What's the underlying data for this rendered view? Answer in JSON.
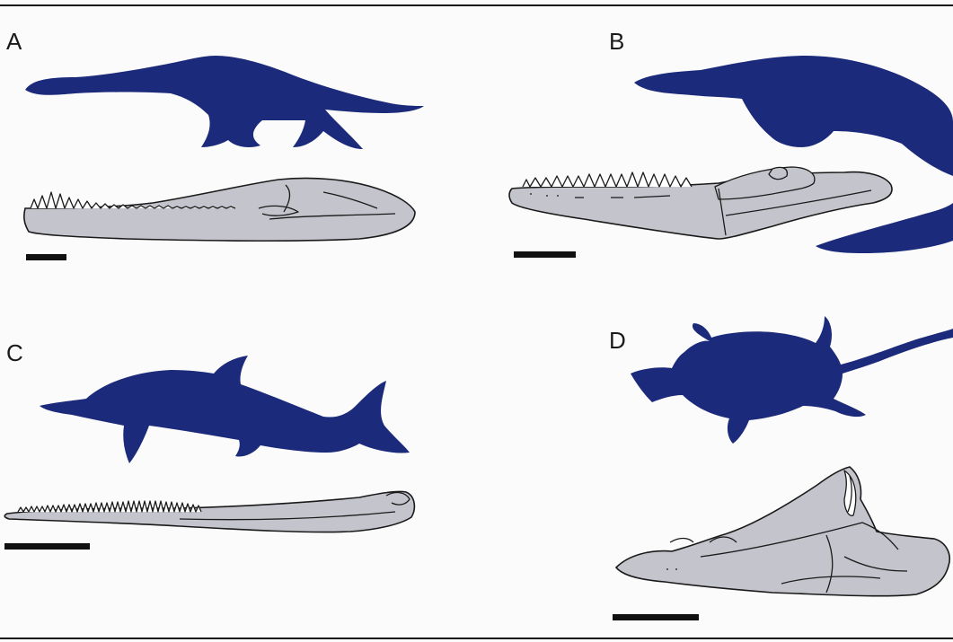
{
  "panels": [
    {
      "label": "A"
    },
    {
      "label": "B"
    },
    {
      "label": "C"
    },
    {
      "label": "D"
    }
  ],
  "colors": {
    "silhouette": "#1b2a7a",
    "bone": "#c4c4cc",
    "outline": "#1a1a1a",
    "frame": "#111111",
    "background": "#fbfbfb"
  },
  "icons": {
    "a": {
      "animal": "plesiosaur-silhouette-icon",
      "jaw": "plesiosaur-jaw-icon"
    },
    "b": {
      "animal": "mosasaur-silhouette-icon",
      "jaw": "mosasaur-jaw-icon"
    },
    "c": {
      "animal": "ichthyosaur-silhouette-icon",
      "jaw": "ichthyosaur-jaw-icon"
    },
    "d": {
      "animal": "turtle-silhouette-icon",
      "jaw": "turtle-jaw-icon"
    }
  }
}
